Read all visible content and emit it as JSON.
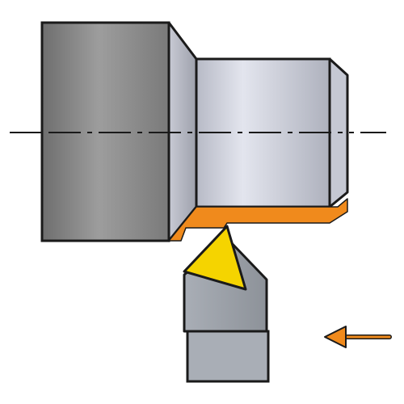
{
  "diagram": {
    "kind": "turning-operation",
    "elements": [
      "workpiece-large-diameter",
      "workpiece-small-diameter",
      "center-axis",
      "machined-surface",
      "triangular-insert",
      "tool-holder",
      "feed-direction-arrow"
    ],
    "colors": {
      "outline": "#1a1a1a",
      "workpiece_dark": "#6f6f6f",
      "workpiece_mid": "#9a9a9a",
      "workpiece_light": "#d9dbe6",
      "shoulder": "#b9bbc6",
      "machined_surface": "#f08a1c",
      "insert": "#f5d400",
      "holder_light": "#b0b5bd",
      "holder_dark": "#8a8f96",
      "arrow": "#f08a1c",
      "background": "#ffffff"
    },
    "feed_direction": "left"
  }
}
